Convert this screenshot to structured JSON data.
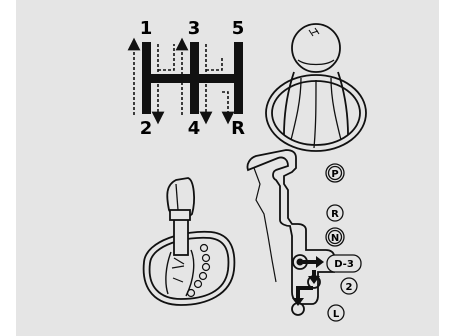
{
  "manual_shifter": {
    "gate_labels_top": [
      "1",
      "3",
      "5"
    ],
    "gate_labels_bottom": [
      "2",
      "4",
      "R"
    ],
    "knob_icon": "shift-knob-icon"
  },
  "automatic_shifter": {
    "knob_icon": "automatic-shift-lever-icon",
    "positions": [
      "P",
      "R",
      "N",
      "D-3",
      "2",
      "L"
    ],
    "highlighted_positions": [
      "P",
      "N"
    ]
  },
  "colors": {
    "background": "#e5e5e5",
    "ink": "#111111"
  }
}
